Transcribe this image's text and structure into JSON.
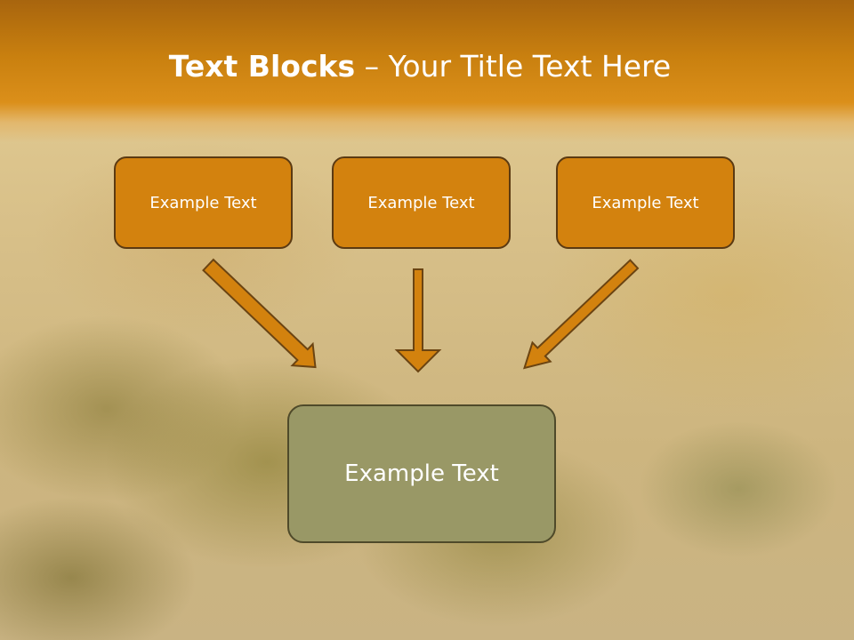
{
  "title": {
    "bold_part": "Text Blocks",
    "rest": "– Your Title Text Here"
  },
  "boxes": {
    "top_left": "Example Text",
    "top_center": "Example Text",
    "top_right": "Example Text",
    "bottom": "Example Text"
  },
  "colors": {
    "header": "#c9800f",
    "top_box_fill": "#d3820e",
    "top_box_border": "#5b3a12",
    "bottom_box_fill": "#999866",
    "arrow_fill": "#d3820e",
    "arrow_outline": "#6b4412"
  }
}
